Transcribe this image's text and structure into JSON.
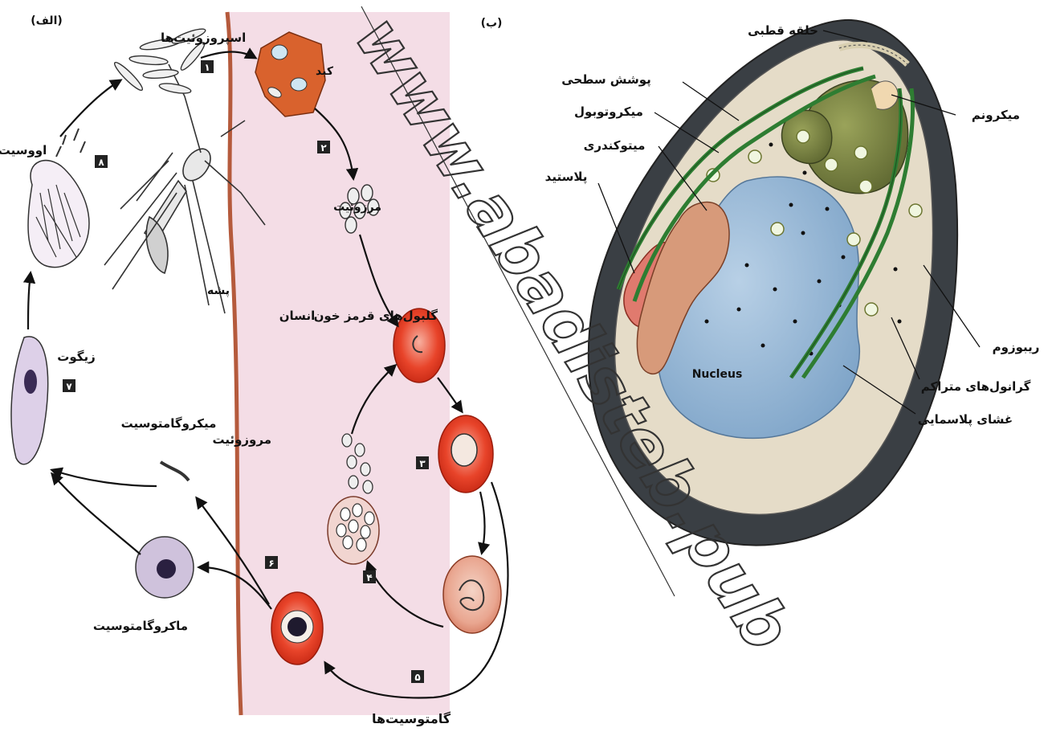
{
  "panels": {
    "left_tag": "(الف)",
    "right_tag": "(ب)"
  },
  "cycle_labels": {
    "sporozoites": "اسپروزوئیت‌ها",
    "liver": "کبد",
    "merozoite_top": "مرزوئیت",
    "rbc": "گلبول‌های قرمز خون",
    "merozoite_mid": "مروزوئیت",
    "gametocytes": "گامتوسیت‌ها",
    "macrogametocyte": "ماکروگامتوسیت",
    "microgametocyte": "میکروگامتوسیت",
    "zygote": "زیگوت",
    "oocyst": "اووسیت",
    "mosquito": "پشه",
    "human": "انسان"
  },
  "step_numbers": [
    "۱",
    "۲",
    "۳",
    "۴",
    "۵",
    "۶",
    "۷",
    "۸"
  ],
  "cell_labels": {
    "polar_ring": "حلقه قطبی",
    "surface_coat": "پوشش سطحی",
    "microtubule": "میکروتوبول",
    "mitochondria": "میتوکندری",
    "plastid": "پلاستید",
    "microneme": "میکرونم",
    "ribosome": "ریبوزوم",
    "dense_granules": "گرانول‌های متراکم",
    "plasma_membrane": "غشای پلاسمایی",
    "nucleus": "Nucleus"
  },
  "watermark": "www.abadisteb.pub",
  "colors": {
    "skin": "#f4dde6",
    "skin_edge": "#b55a3c",
    "rbc_red": "#e23a22",
    "cell_dark": "#3a3f44",
    "nucleus_blue": "#8fb3d3",
    "tubule_green": "#2e7d32",
    "olive": "#6f7a3a"
  }
}
